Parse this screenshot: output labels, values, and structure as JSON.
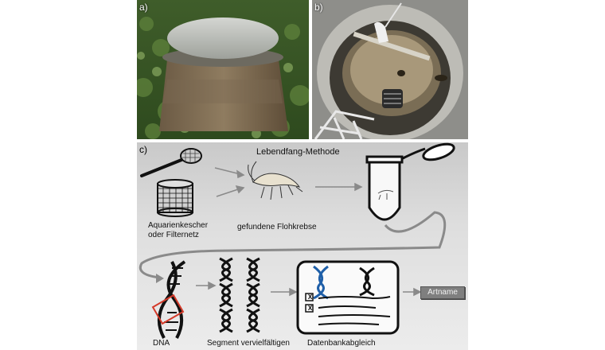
{
  "figure": {
    "panel_a_label": "a)",
    "panel_b_label": "b)",
    "panel_c_label": "c)"
  },
  "workflow": {
    "title": "Lebendfang-Methode",
    "net_label_line1": "Aquarienkescher",
    "net_label_line2": "oder Filternetz",
    "amphipod_label": "gefundene Flohkrebse",
    "dna_label": "DNA",
    "amplify_label": "Segment vervielfältigen",
    "database_label": "Datenbankabgleich",
    "result_label": "Artname",
    "checkbox_mark": "X"
  },
  "colors": {
    "dna_highlight": "#1f5fa8",
    "segment_box": "#d43a2a",
    "result_box": "#7f7f7f"
  }
}
